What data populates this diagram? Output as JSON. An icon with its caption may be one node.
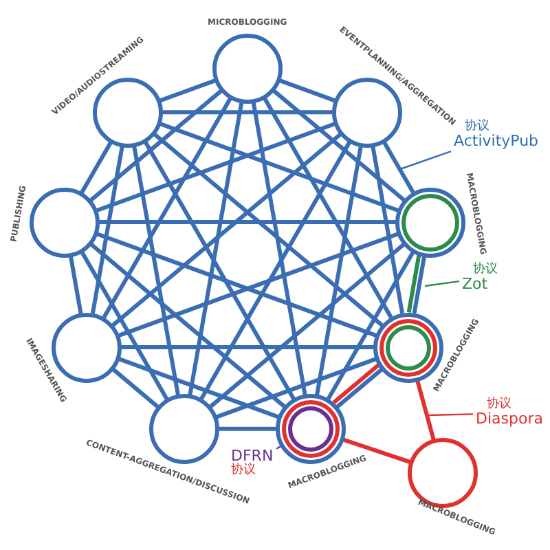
{
  "diagram": {
    "nodes": [
      {
        "text": [],
        "shape": "circle",
        "beside": [
          "MICROBLOGGING"
        ]
      },
      {
        "text": [],
        "shape": "circle",
        "beside": [
          "EVENTPLANNING/AGGREGATION"
        ]
      },
      {
        "text": [],
        "shape": "circle",
        "beside": [
          "MACROBLOGGING"
        ]
      },
      {
        "text": [],
        "shape": "circle",
        "beside": [
          "MACROBLOGGING"
        ]
      },
      {
        "text": [],
        "shape": "circle",
        "beside": [
          "MACROBLOGGING"
        ]
      },
      {
        "text": [],
        "shape": "circle",
        "beside": [
          "CONTENT-AGGREGATION/DISCUSSION"
        ]
      },
      {
        "text": [],
        "shape": "circle",
        "beside": [
          "IMAGESHARING"
        ]
      },
      {
        "text": [],
        "shape": "circle",
        "beside": [
          "PUBLISHING"
        ]
      },
      {
        "text": [],
        "shape": "circle",
        "beside": [
          "VIDEO/AUDIOSTREAMING"
        ]
      },
      {
        "text": [],
        "shape": "circle",
        "beside": [
          "MACROBLOGGING"
        ]
      },
      {
        "text": [
          "协议",
          "ActivityPub"
        ]
      },
      {
        "text": [
          "协议",
          "Zot"
        ]
      },
      {
        "text": [
          "协议",
          "Diaspora"
        ]
      },
      {
        "text": [
          "DFRN",
          "协议"
        ]
      }
    ],
    "edges": [
      {
        "from": 0,
        "to": 1,
        "arrow": "none"
      },
      {
        "from": 0,
        "to": 2,
        "arrow": "none"
      },
      {
        "from": 0,
        "to": 3,
        "arrow": "none"
      },
      {
        "from": 0,
        "to": 4,
        "arrow": "none"
      },
      {
        "from": 0,
        "to": 5,
        "arrow": "none"
      },
      {
        "from": 0,
        "to": 6,
        "arrow": "none"
      },
      {
        "from": 0,
        "to": 7,
        "arrow": "none"
      },
      {
        "from": 0,
        "to": 8,
        "arrow": "none"
      },
      {
        "from": 1,
        "to": 2,
        "arrow": "none"
      },
      {
        "from": 1,
        "to": 3,
        "arrow": "none"
      },
      {
        "from": 1,
        "to": 4,
        "arrow": "none"
      },
      {
        "from": 1,
        "to": 5,
        "arrow": "none"
      },
      {
        "from": 1,
        "to": 6,
        "arrow": "none"
      },
      {
        "from": 1,
        "to": 7,
        "arrow": "none"
      },
      {
        "from": 1,
        "to": 8,
        "arrow": "none"
      },
      {
        "from": 2,
        "to": 3,
        "arrow": "none"
      },
      {
        "from": 2,
        "to": 4,
        "arrow": "none"
      },
      {
        "from": 2,
        "to": 5,
        "arrow": "none"
      },
      {
        "from": 2,
        "to": 6,
        "arrow": "none"
      },
      {
        "from": 2,
        "to": 7,
        "arrow": "none"
      },
      {
        "from": 2,
        "to": 8,
        "arrow": "none"
      },
      {
        "from": 3,
        "to": 4,
        "arrow": "none"
      },
      {
        "from": 3,
        "to": 5,
        "arrow": "none"
      },
      {
        "from": 3,
        "to": 6,
        "arrow": "none"
      },
      {
        "from": 3,
        "to": 7,
        "arrow": "none"
      },
      {
        "from": 3,
        "to": 8,
        "arrow": "none"
      },
      {
        "from": 4,
        "to": 5,
        "arrow": "none"
      },
      {
        "from": 4,
        "to": 6,
        "arrow": "none"
      },
      {
        "from": 4,
        "to": 7,
        "arrow": "none"
      },
      {
        "from": 4,
        "to": 8,
        "arrow": "none"
      },
      {
        "from": 5,
        "to": 6,
        "arrow": "none"
      },
      {
        "from": 5,
        "to": 7,
        "arrow": "none"
      },
      {
        "from": 5,
        "to": 8,
        "arrow": "none"
      },
      {
        "from": 6,
        "to": 7,
        "arrow": "none"
      },
      {
        "from": 6,
        "to": 8,
        "arrow": "none"
      },
      {
        "from": 7,
        "to": 8,
        "arrow": "none"
      },
      {
        "from": 2,
        "to": 3,
        "arrow": "none",
        "color": "#2e8b4a"
      },
      {
        "from": 3,
        "to": 4,
        "arrow": "none",
        "color": "#e0312f"
      },
      {
        "from": 3,
        "to": 9,
        "arrow": "none",
        "color": "#e0312f"
      },
      {
        "from": 4,
        "to": 9,
        "arrow": "none",
        "color": "#e0312f"
      },
      {
        "from": 10,
        "to": null,
        "arrow": "none"
      },
      {
        "from": 11,
        "to": null,
        "arrow": "none",
        "color": "#2e8b4a"
      },
      {
        "from": 12,
        "to": null,
        "arrow": "none",
        "color": "#e0312f"
      },
      {
        "from": 13,
        "to": 4,
        "arrow": "none",
        "color": "#6b2f8f"
      }
    ]
  }
}
